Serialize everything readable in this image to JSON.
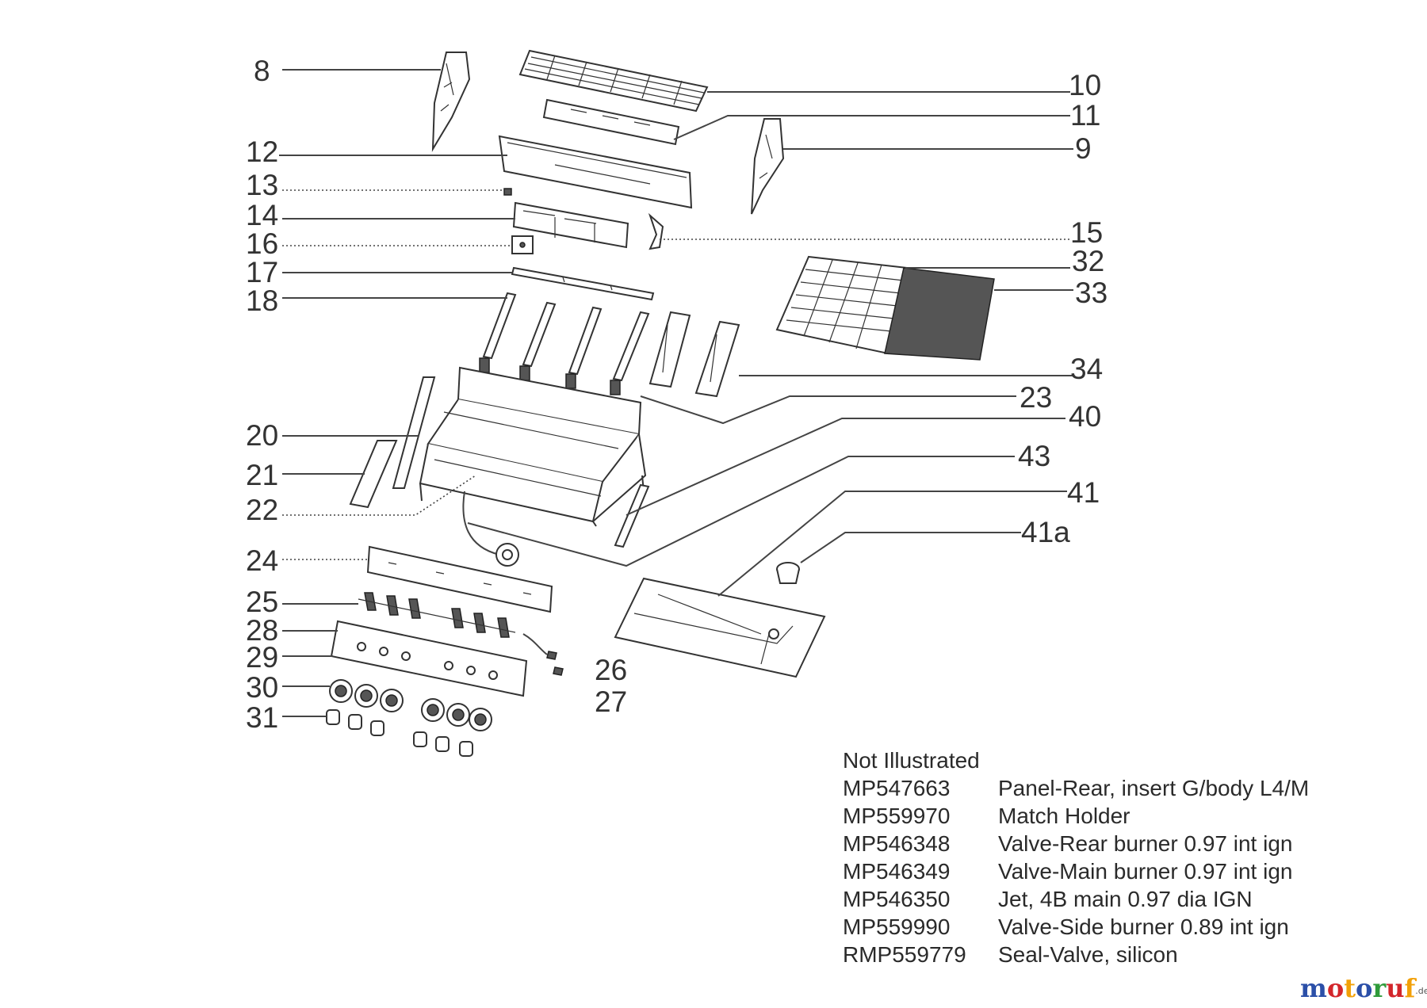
{
  "diagram": {
    "callouts": {
      "c8": "8",
      "c10": "10",
      "c11": "11",
      "c12": "12",
      "c9": "9",
      "c13": "13",
      "c14": "14",
      "c15": "15",
      "c16": "16",
      "c32": "32",
      "c17": "17",
      "c33": "33",
      "c18": "18",
      "c34": "34",
      "c23": "23",
      "c40": "40",
      "c20": "20",
      "c43": "43",
      "c21": "21",
      "c41": "41",
      "c22": "22",
      "c41a": "41a",
      "c24": "24",
      "c25": "25",
      "c28": "28",
      "c29": "29",
      "c26": "26",
      "c30": "30",
      "c27": "27",
      "c31": "31"
    }
  },
  "not_illustrated": {
    "title": "Not Illustrated",
    "items": [
      {
        "code": "MP547663",
        "description": "Panel-Rear, insert G/body L4/M"
      },
      {
        "code": "MP559970",
        "description": "Match Holder"
      },
      {
        "code": "MP546348",
        "description": "Valve-Rear burner 0.97 int ign"
      },
      {
        "code": "MP546349",
        "description": "Valve-Main burner 0.97 int ign"
      },
      {
        "code": "MP546350",
        "description": "Jet, 4B main 0.97 dia IGN"
      },
      {
        "code": "MP559990",
        "description": "Valve-Side burner 0.89 int ign"
      },
      {
        "code": "RMP559779",
        "description": "Seal-Valve, silicon"
      }
    ]
  },
  "logo": {
    "letters": [
      "m",
      "o",
      "t",
      "o",
      "r",
      "u",
      "f"
    ],
    "letter_colors": [
      "#2b4fa8",
      "#d3262b",
      "#f2a007",
      "#2b4fa8",
      "#2f9b3a",
      "#d3262b",
      "#f2a007"
    ],
    "tld": ".de"
  }
}
